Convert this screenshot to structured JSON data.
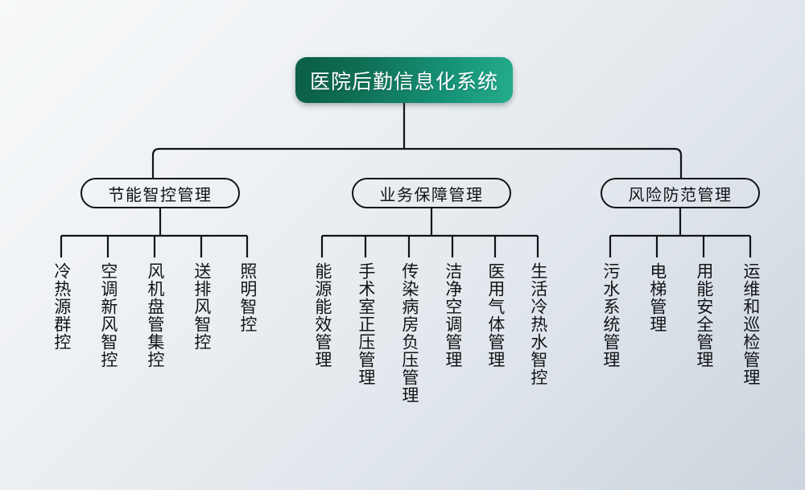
{
  "diagram": {
    "type": "organizational-tree",
    "title": "医院后勤信息化系统",
    "background_top_color": "#f7f9fa",
    "background_bottom_color": "#ccd5dd",
    "root_accent_color_start": "#0a5e47",
    "root_accent_color_end": "#24ad8b",
    "line_color": "#111417",
    "branches": [
      {
        "label": "节能智控管理",
        "leaves": [
          "冷热源群控",
          "空调新风智控",
          "风机盘管集控",
          "送排风智控",
          "照明智控"
        ]
      },
      {
        "label": "业务保障管理",
        "leaves": [
          "能源能效管理",
          "手术室正压管理",
          "传染病房负压管理",
          "洁净空调管理",
          "医用气体管理",
          "生活冷热水智控"
        ]
      },
      {
        "label": "风险防范管理",
        "leaves": [
          "污水系统管理",
          "电梯管理",
          "用能安全管理",
          "运维和巡检管理"
        ]
      }
    ]
  }
}
